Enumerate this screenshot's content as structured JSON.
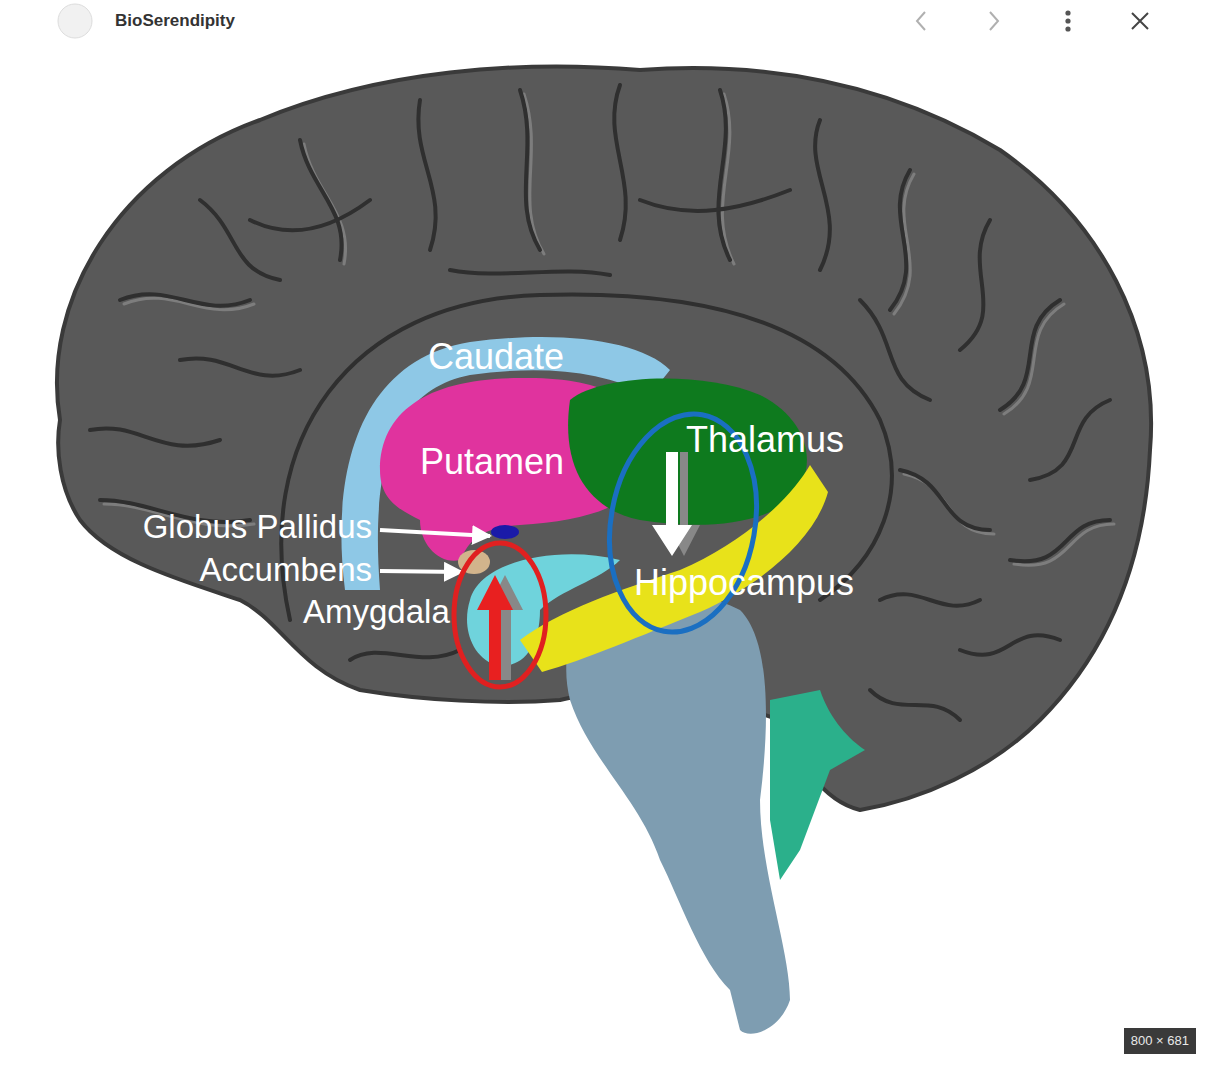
{
  "diagram": {
    "labels": [
      "BioSerendipity",
      "Caudate",
      "Putamen",
      "Thalamus",
      "Globus Pallidus",
      "Accumbens",
      "Amygdala",
      "Hippocampus",
      "800 × 681"
    ]
  }
}
